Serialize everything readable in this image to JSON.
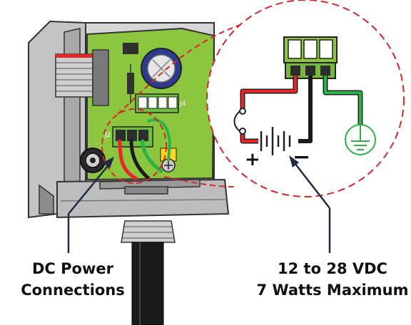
{
  "labels": {
    "dc_power_line1": "DC Power",
    "dc_power_line2": "Connections",
    "voltage_line1": "12 to 28 VDC",
    "voltage_line2": "7 Watts Maximum",
    "pcb_j4": "J4",
    "pcb_j2": "J2",
    "plus_sign": "+",
    "minus_sign": "−"
  },
  "colors": {
    "board_green": "#8cc63f",
    "housing_gray": "#b5b5b5",
    "wire_red": "#e8262a",
    "wire_black": "#1a1a1a",
    "wire_green": "#2bb34a",
    "callout_dash": "#d9252b",
    "capacitor_blue": "#2e3a8c"
  },
  "icons": [
    "ground-symbol-icon",
    "battery-symbol-icon",
    "switch-symbol-icon",
    "terminal-block-icon"
  ]
}
